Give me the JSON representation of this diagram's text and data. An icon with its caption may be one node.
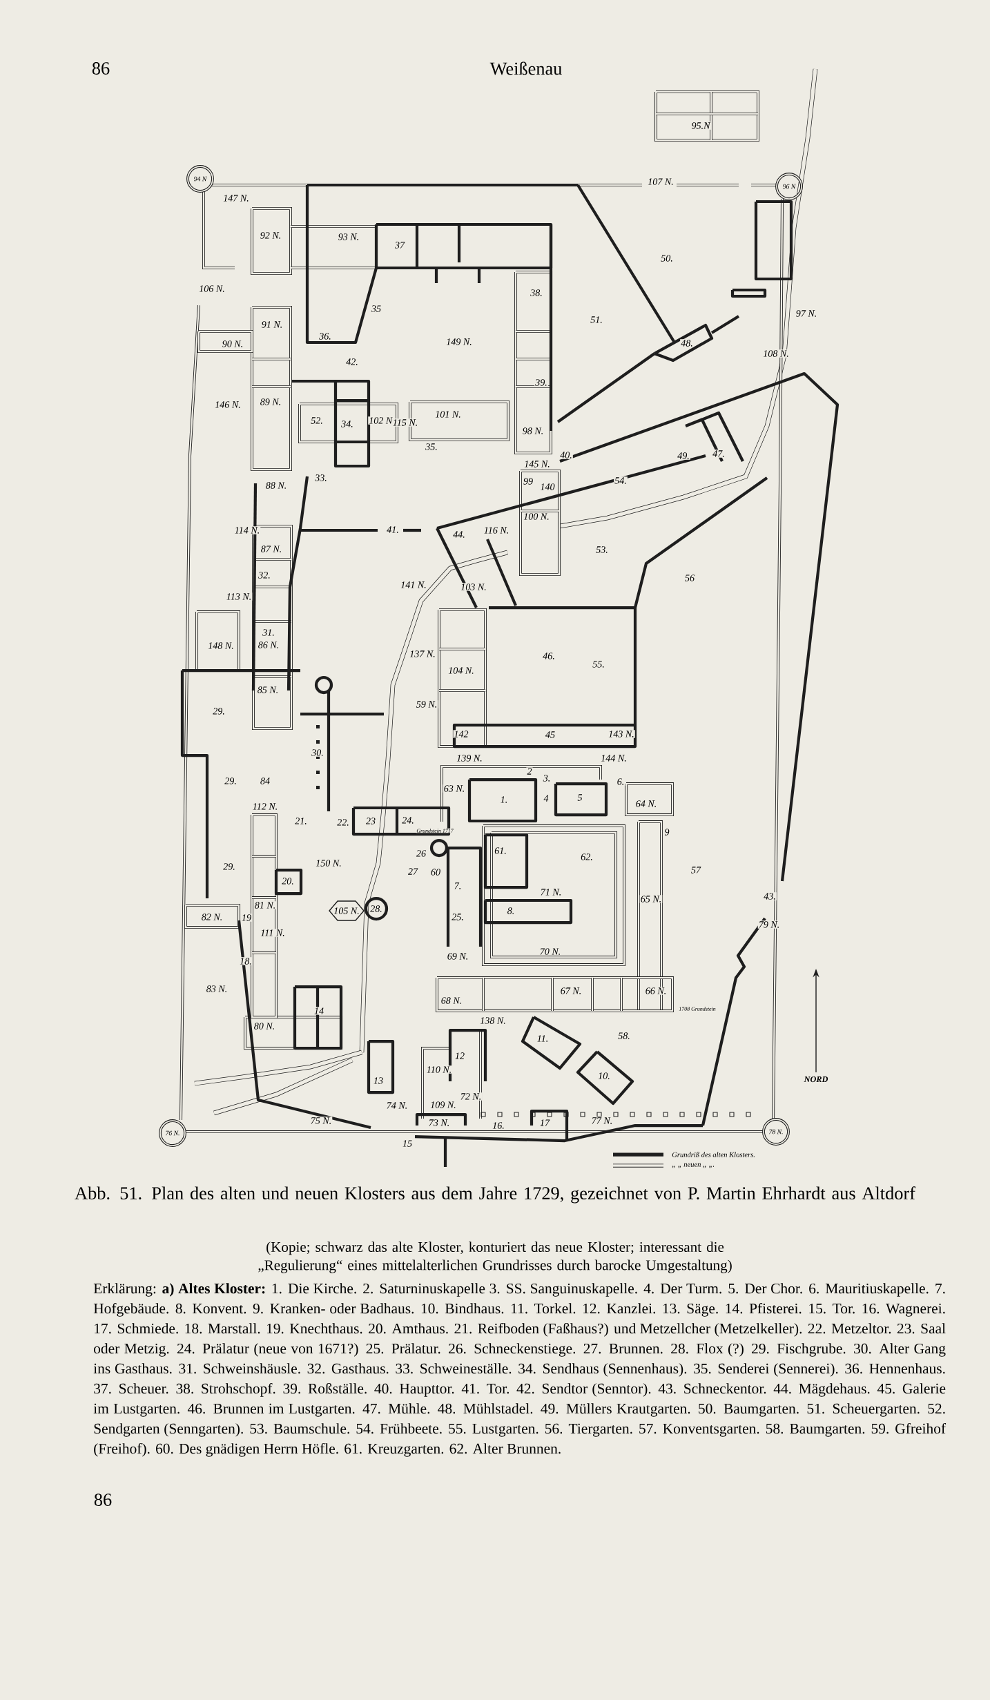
{
  "diagram": {
    "caption": "Abb. 51. Plan des alten und neuen Klosters aus dem Jahre 1729, gezeichnet von P. Martin Ehrhardt aus Altdorf",
    "labels": [
      "86",
      "Weißenau",
      "95.N",
      "94 N",
      "107 N.",
      "96 N",
      "147 N.",
      "92 N.",
      "93 N.",
      "37",
      "50.",
      "106 N.",
      "38.",
      "35",
      "97 N.",
      "51.",
      "91 N.",
      "36.",
      "149 N.",
      "90 N.",
      "48.",
      "108 N.",
      "42.",
      "39.",
      "89 N.",
      "146 N.",
      "101 N.",
      "52.",
      "102 N.",
      "115 N.",
      "34.",
      "98 N.",
      "35.",
      "47.",
      "40.",
      "49.",
      "145 N.",
      "33.",
      "54.",
      "99",
      "140",
      "88 N.",
      "100 N.",
      "114 N.",
      "41.",
      "116 N.",
      "44.",
      "87 N.",
      "53.",
      "32.",
      "56",
      "141 N.",
      "103 N.",
      "113 N.",
      "31.",
      "86 N.",
      "148 N.",
      "137 N.",
      "46.",
      "55.",
      "104 N.",
      "85 N.",
      "59 N.",
      "29.",
      "142",
      "45",
      "143 N.",
      "30.",
      "139 N.",
      "144 N.",
      "2",
      "3.",
      "29.",
      "84",
      "6.",
      "63 N.",
      "5",
      "4",
      "1.",
      "64 N.",
      "112 N.",
      "21.",
      "22.",
      "23",
      "24.",
      "Grundstein 1717",
      "9",
      "61.",
      "26",
      "62.",
      "150 N.",
      "29.",
      "57",
      "27",
      "60",
      "20.",
      "7.",
      "71 N.",
      "43.",
      "65 N.",
      "81 N.",
      "105 N.",
      "28.",
      "8.",
      "82 N.",
      "19",
      "25.",
      "79 N.",
      "111 N.",
      "70 N.",
      "69 N.",
      "18.",
      "83 N.",
      "67 N.",
      "66 N.",
      "68 N.",
      "1708 Grundstein",
      "14",
      "138 N.",
      "80 N.",
      "58.",
      "11.",
      "12",
      "10.",
      "110 N.",
      "NORD",
      "13",
      "72 N.",
      "109 N.",
      "74 N.",
      "77 N.",
      "75 N.",
      "73 N.",
      "17",
      "16.",
      "78 N.",
      "76 N.",
      "15",
      "(Kopie; schwarz das alte Kloster, konturiert das neue Kloster; interessant die „Regulierung“ eines mittelalterlichen Grundrisses durch barocke Umgestaltung)",
      "Erklärung: **a) Altes Kloster:** 1. Die Kirche. 2. Saturninuskapelle 3. SS. Sanguinuskapelle. 4. Der Turm. 5. Der Chor. 6. Mauritiuskapelle. 7. Hofgebäude. 8. Konvent. 9. Kranken- oder Badhaus. 10. Bindhaus. 11. Torkel. 12. Kanzlei. 13. Säge. 14. Pfisterei. 15. Tor. 16. Wagnerei. 17. Schmiede. 18. Marstall. 19. Knechthaus. 20. Amthaus. 21. Reifboden (Faßhaus?) und Metzellcher (Metzelkeller). 22. Metzeltor. 23. Saal oder Metzig. 24. Prälatur (neue von 1671?) 25. Prälatur. 26. Schneckenstiege. 27. Brunnen. 28. Flox (?) 29. Fischgrube. 30. Alter Gang ins Gasthaus. 31. Schweinshäusle. 32. Gasthaus. 33. Schweineställe. 34. Sendhaus (Sennenhaus). 35. Senderei (Sennerei). 36. Hennenhaus. 37. Scheuer. 38. Strohschopf. 39. Roßställe. 40. Haupttor. 41. Tor. 42. Sendtor (Senntor). 43. Schneckentor. 44. Mägdehaus. 45. Galerie im Lustgarten. 46. Brunnen im Lustgarten. 47. Mühle. 48. Mühlstadel. 49. Müllers Krautgarten. 50. Baumgarten. 51. Scheuergarten. 52. Sendgarten (Senngarten). 53. Baumschule. 54. Frühbeete. 55. Lustgarten. 56. Tiergarten. 57. Konventsgarten. 58. Baumgarten. 59. Gfreihof (Freihof). 60. Des gnädigen Herrn Höfle. 61. Kreuzgarten. 62. Alter Brunnen.",
      "86"
    ],
    "legend": [
      {
        "text": "Grundriß des alten Klosters."
      },
      {
        "text": "„ „ neuen „ „."
      }
    ]
  }
}
